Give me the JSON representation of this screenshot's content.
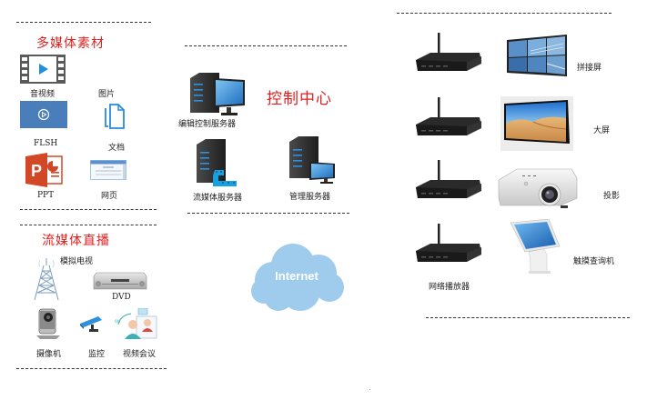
{
  "sections": {
    "multimedia": {
      "title": "多媒体素材",
      "items": [
        {
          "label": "音视频",
          "icon": "video-film-icon"
        },
        {
          "label": "图片",
          "icon": "image-icon"
        },
        {
          "label": "FLSH",
          "icon": "flash-icon"
        },
        {
          "label": "文档",
          "icon": "document-icon"
        },
        {
          "label": "PPT",
          "icon": "powerpoint-icon"
        },
        {
          "label": "网页",
          "icon": "webpage-icon"
        }
      ]
    },
    "streaming": {
      "title": "流媒体直播",
      "items": [
        {
          "label": "模拟电视",
          "icon": "tv-tower-icon"
        },
        {
          "label": "DVD",
          "icon": "dvd-player-icon"
        },
        {
          "label": "摄像机",
          "icon": "camera-icon"
        },
        {
          "label": "监控",
          "icon": "surveillance-camera-icon"
        },
        {
          "label": "视频会议",
          "icon": "video-conference-icon"
        }
      ]
    },
    "control": {
      "title": "控制中心",
      "items": [
        {
          "label": "编辑控制服务器",
          "icon": "edit-control-server-icon"
        },
        {
          "label": "流媒体服务器",
          "icon": "streaming-server-icon"
        },
        {
          "label": "管理服务器",
          "icon": "management-server-icon"
        }
      ]
    },
    "network": {
      "label": "Internet",
      "color": "#9fcbed"
    },
    "outputs": {
      "player_label": "网络播放器",
      "items": [
        {
          "label": "拼接屏",
          "icon": "video-wall-icon"
        },
        {
          "label": "大屏",
          "icon": "large-screen-icon"
        },
        {
          "label": "投影",
          "icon": "projector-icon"
        },
        {
          "label": "触摸查询机",
          "icon": "touch-kiosk-icon"
        }
      ]
    }
  },
  "colors": {
    "title_red": "#e02020",
    "flash_blue": "#4a7ebb",
    "ppt_orange": "#d24726",
    "cloud_blue": "#9fcbed"
  }
}
